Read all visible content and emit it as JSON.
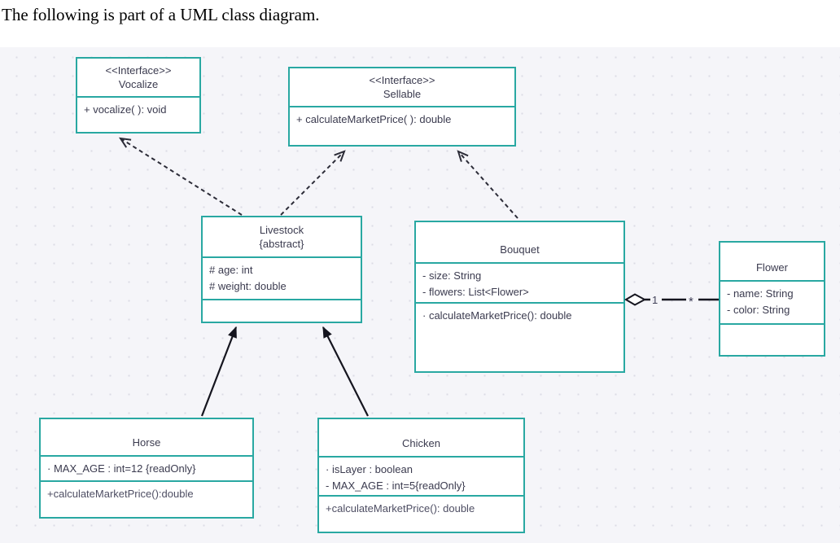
{
  "page": {
    "intro_text": "The following is part of a UML class diagram."
  },
  "diagram": {
    "colors": {
      "node_border": "#29a8a2",
      "node_fill": "#ffffff",
      "node_text": "#3b3b4f",
      "canvas_bg": "#f5f5f9",
      "grid_dot": "#dcdce5",
      "edge": "#23232e"
    },
    "classes": [
      {
        "stereotype": "<<Interface>>",
        "name": "Vocalize",
        "attributes": [],
        "methods": [
          "+ vocalize( ): void"
        ]
      },
      {
        "stereotype": "<<Interface>>",
        "name": "Sellable",
        "attributes": [],
        "methods": [
          "+ calculateMarketPrice( ): double"
        ]
      },
      {
        "name": "Livestock",
        "modifier": "{abstract}",
        "attributes": [
          "# age: int",
          "# weight: double"
        ],
        "methods": []
      },
      {
        "name": "Bouquet",
        "attributes": [
          "- size: String",
          "- flowers: List<Flower>"
        ],
        "methods": [
          "· calculateMarketPrice(): double"
        ]
      },
      {
        "name": "Flower",
        "attributes": [
          "- name: String",
          "- color: String"
        ],
        "methods": []
      },
      {
        "name": "Horse",
        "attributes": [
          "· MAX_AGE : int=12 {readOnly}"
        ],
        "methods": [
          "+calculateMarketPrice():double"
        ]
      },
      {
        "name": "Chicken",
        "attributes": [
          "· isLayer : boolean",
          "- MAX_AGE : int=5{readOnly}"
        ],
        "methods": [
          "+calculateMarketPrice(): double"
        ]
      }
    ],
    "relationships": [
      {
        "type": "realization",
        "from": "Livestock",
        "to": "Vocalize",
        "line": "dashed",
        "arrowhead": "open"
      },
      {
        "type": "realization",
        "from": "Livestock",
        "to": "Sellable",
        "line": "dashed",
        "arrowhead": "open"
      },
      {
        "type": "realization",
        "from": "Bouquet",
        "to": "Sellable",
        "line": "dashed",
        "arrowhead": "open"
      },
      {
        "type": "inheritance",
        "from": "Horse",
        "to": "Livestock",
        "line": "solid",
        "arrowhead": "filled"
      },
      {
        "type": "inheritance",
        "from": "Chicken",
        "to": "Livestock",
        "line": "solid",
        "arrowhead": "filled"
      },
      {
        "type": "aggregation",
        "from": "Bouquet",
        "to": "Flower",
        "source_multiplicity": "1",
        "target_multiplicity": "*"
      }
    ]
  }
}
